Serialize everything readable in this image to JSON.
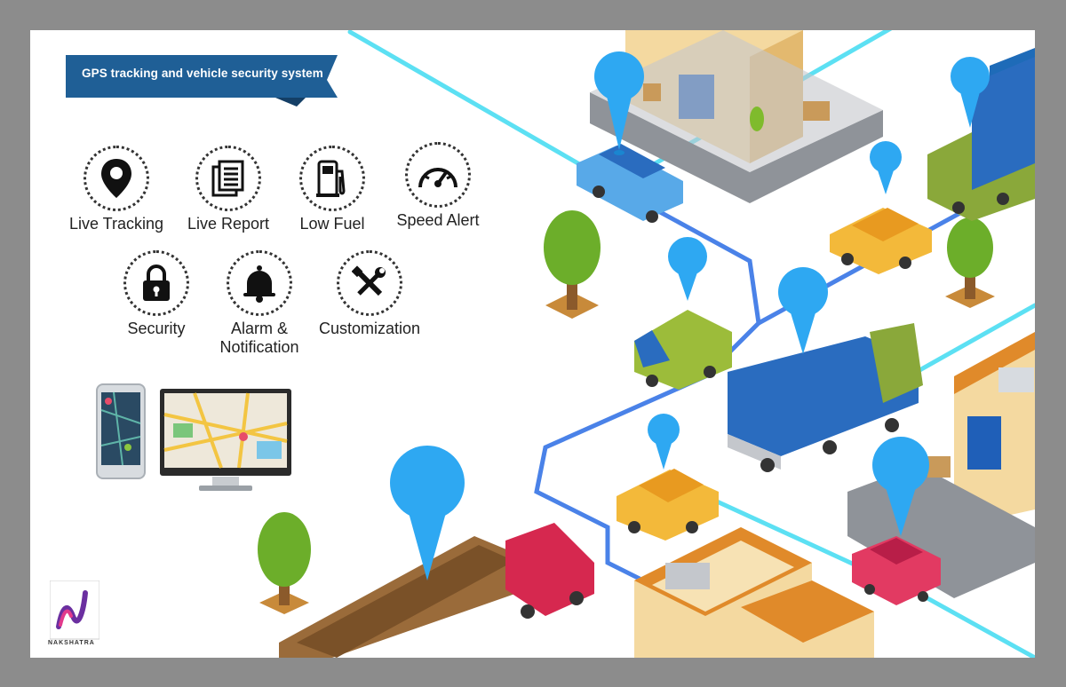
{
  "banner": {
    "title": "GPS tracking and vehicle security system"
  },
  "features": [
    {
      "label": "Live Tracking",
      "icon": "map-pin-icon"
    },
    {
      "label": "Live Report",
      "icon": "report-icon"
    },
    {
      "label": "Low Fuel",
      "icon": "fuel-pump-icon"
    },
    {
      "label": "Speed Alert",
      "icon": "speedometer-icon"
    },
    {
      "label": "Security",
      "icon": "padlock-icon"
    },
    {
      "label": "Alarm &",
      "label2": "Notification",
      "icon": "bell-icon"
    },
    {
      "label": "Customization",
      "icon": "tools-icon"
    }
  ],
  "logo": {
    "name": "NAKSHATRA"
  },
  "colors": {
    "frame": "#8c8c8c",
    "banner": "#1f5f96",
    "route": "#4aa3e0",
    "pin": "#2ea8f2"
  }
}
